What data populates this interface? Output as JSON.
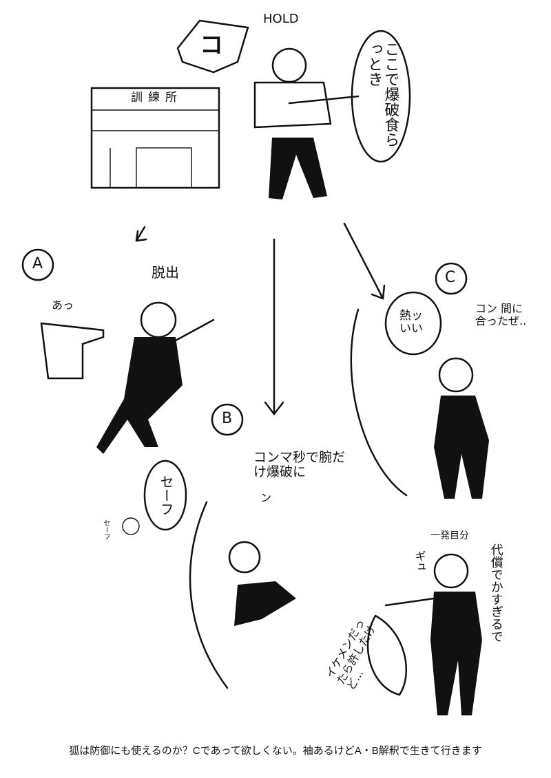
{
  "top": {
    "hold": "HOLD",
    "sfx": "コ",
    "speech": "ここで爆破食らっとき",
    "building": "訓練所"
  },
  "panel_a": {
    "label": "A",
    "sfx": "脱出",
    "shout": "あっ"
  },
  "panel_b": {
    "label": "B",
    "narration": "コンマ秒で腕だけ爆破に",
    "speech": "セーフ",
    "small": "ン",
    "small2": "セーフ"
  },
  "panel_c": {
    "label": "C",
    "speech": "熱ッいい",
    "narration": "コン 間に合ったぜ..",
    "note": "一発目分",
    "sfx": "ギュ",
    "comment1": "代償でかすぎるで",
    "comment2": "イケメンだったら許したけど..."
  },
  "caption": "狐は防御にも使えるのか？Cであって欲しくない。袖あるけどA・B解釈で生きて行きます"
}
